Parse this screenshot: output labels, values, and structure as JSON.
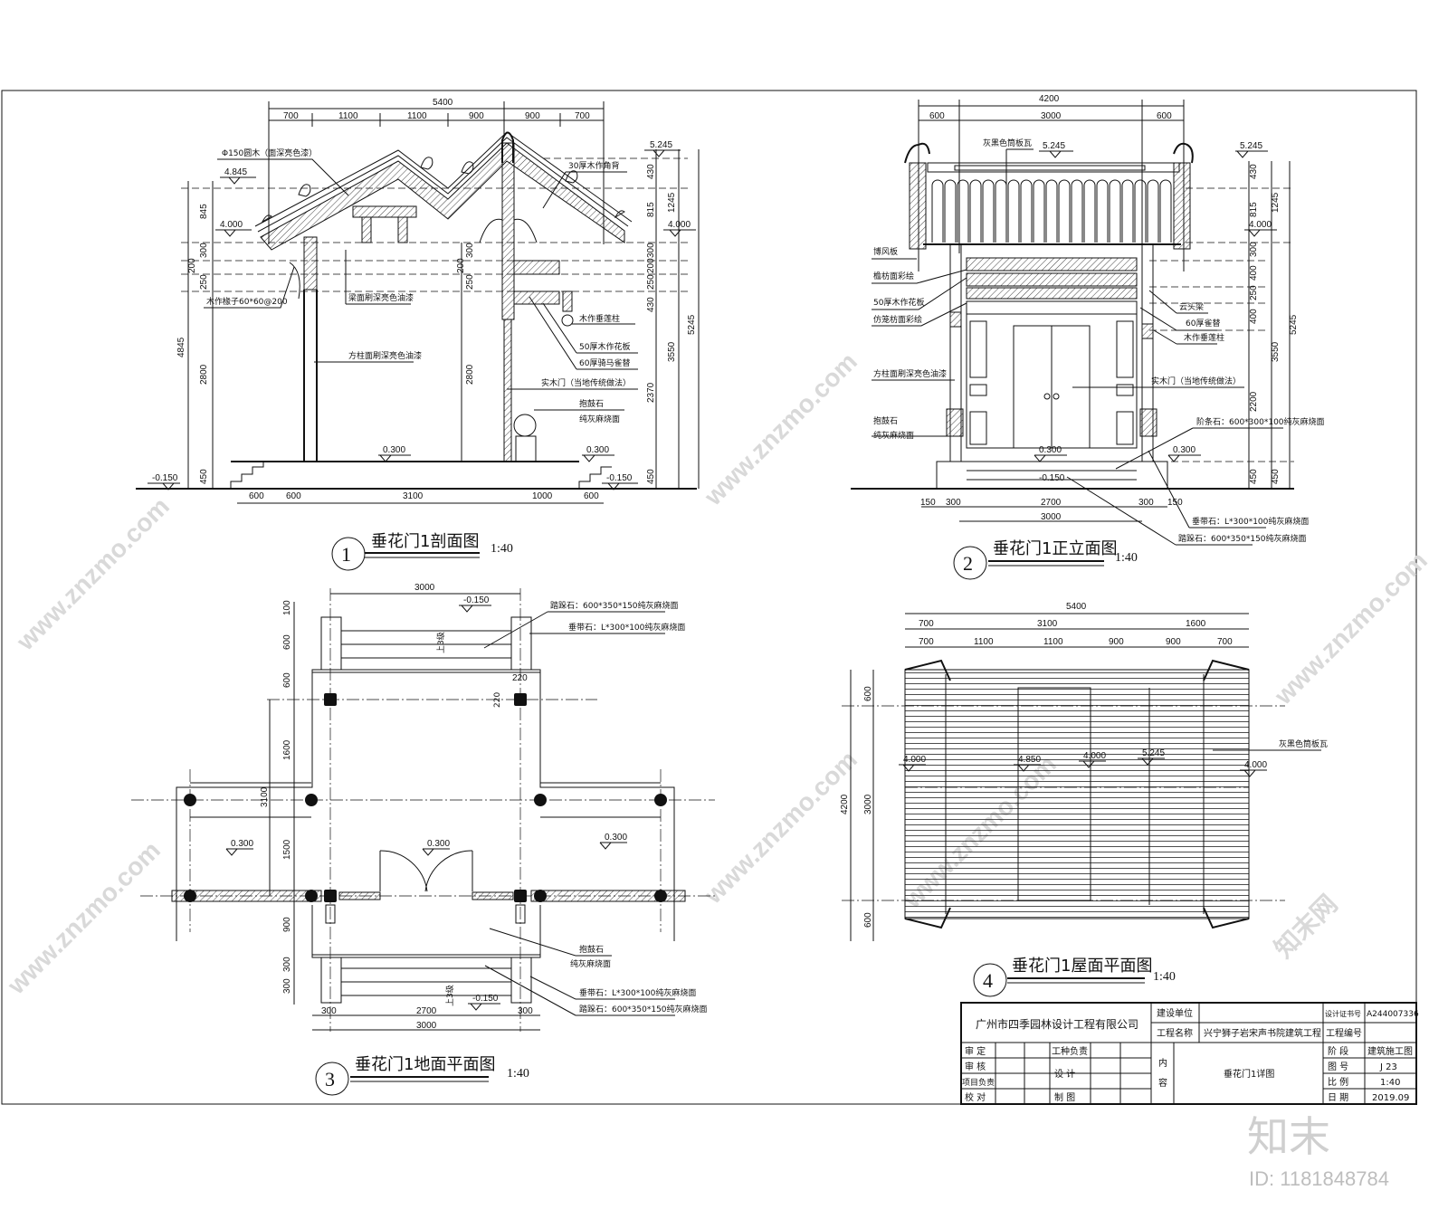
{
  "watermark": "www.znzmo.com",
  "watermark_logo": "知末网",
  "brand": {
    "logo": "知末",
    "id": "ID: 1181848784"
  },
  "view1": {
    "num": "1",
    "title": "垂花门1剖面图",
    "scale": "1:40",
    "top_total": "5400",
    "top_dims": [
      "700",
      "1100",
      "1100",
      "900",
      "900",
      "700"
    ],
    "bottom_dims": [
      "600",
      "600",
      "3100",
      "1000",
      "600"
    ],
    "left_dims": [
      "845",
      "300",
      "200",
      "250",
      "2800",
      "450"
    ],
    "left_total": "4845",
    "mid_dims": [
      "300",
      "200",
      "250",
      "2800"
    ],
    "right_dims": [
      "430",
      "815",
      "300",
      "200",
      "250",
      "430",
      "2370",
      "450"
    ],
    "right_totals": [
      "1245",
      "3550",
      "5245"
    ],
    "levels": {
      "top": "5.245",
      "ridge": "4.845",
      "eave": "4.000",
      "eave_r": "4.000",
      "floor": "0.300",
      "floor_r": "0.300",
      "ground": "-0.150",
      "ground_r": "-0.150"
    },
    "labels": [
      "Φ150圆木（面深亮色漆）",
      "30厚木作角背",
      "木作椽子60*60@200",
      "梁面刷深亮色油漆",
      "方柱面刷深亮色油漆",
      "木作垂莲柱",
      "50厚木作花板",
      "60厚骑马雀替",
      "实木门（当地传统做法）",
      "抱鼓石",
      "纯灰麻烧面"
    ]
  },
  "view2": {
    "num": "2",
    "title": "垂花门1正立面图",
    "scale": "1:40",
    "top_total": "4200",
    "top_dims": [
      "600",
      "3000",
      "600"
    ],
    "bottom_dims": [
      "150",
      "300",
      "2700",
      "300",
      "150"
    ],
    "bottom_total": "3000",
    "right_dims": [
      "430",
      "815",
      "300",
      "400",
      "250",
      "400",
      "2200",
      "450"
    ],
    "right_totals": [
      "1245",
      "3550",
      "5245",
      "450"
    ],
    "levels": {
      "top": "5.245",
      "top_r": "5.245",
      "eave_r": "4.000",
      "floor": "0.300",
      "floor_r": "0.300",
      "ground": "-0.150"
    },
    "labels_left": [
      "博风板",
      "檐枋面彩绘",
      "50厚木作花板",
      "仿笼枋面彩绘",
      "方柱面刷深亮色油漆",
      "抱鼓石",
      "纯灰麻烧面"
    ],
    "labels_right": [
      "云头梁",
      "60厚雀替",
      "木作垂莲柱",
      "实木门（当地传统做法）",
      "阶条石：600*300*100纯灰麻烧面",
      "垂带石：L*300*100纯灰麻烧面",
      "踏跺石：600*350*150纯灰麻烧面"
    ],
    "roof_label": "灰黑色筒板瓦"
  },
  "view3": {
    "num": "3",
    "title": "垂花门1地面平面图",
    "scale": "1:40",
    "top_total": "3000",
    "bottom_dims": [
      "300",
      "2700",
      "300"
    ],
    "bottom_total": "3000",
    "left_dims": [
      "100",
      "600",
      "600",
      "1600",
      "1500",
      "900",
      "300",
      "300"
    ],
    "left_total": "3100",
    "post_dims": [
      "220",
      "220"
    ],
    "step_marks": [
      "上3级",
      "上3级"
    ],
    "levels": {
      "top": "-0.150",
      "bottom": "-0.150",
      "left": "0.300",
      "center": "0.300",
      "right": "0.300"
    },
    "labels": [
      "踏跺石：600*350*150纯灰麻烧面",
      "垂带石：L*300*100纯灰麻烧面",
      "抱鼓石",
      "纯灰麻烧面",
      "垂带石：L*300*100纯灰麻烧面",
      "踏跺石：600*350*150纯灰麻烧面"
    ]
  },
  "view4": {
    "num": "4",
    "title": "垂花门1屋面平面图",
    "scale": "1:40",
    "top_total": "5400",
    "top_dims1": [
      "700",
      "3100",
      "1600"
    ],
    "top_dims2": [
      "700",
      "1100",
      "1100",
      "900",
      "900",
      "700"
    ],
    "left_dims": [
      "600",
      "3000",
      "600"
    ],
    "left_total": "4200",
    "levels": [
      "4.000",
      "4.850",
      "4.000",
      "5.245",
      "4.000"
    ],
    "roof_label": "灰黑色筒板瓦"
  },
  "title_block": {
    "company": "广州市四季园林设计工程有限公司",
    "client_label": "建设单位",
    "client": "",
    "project_label": "工程名称",
    "project": "兴宁狮子岩宋声书院建筑工程",
    "cert_label": "设计证书号",
    "cert": "A244007336",
    "proj_no_label": "工程编号",
    "proj_no": "",
    "roles": [
      "审 定",
      "审 核",
      "项目负责",
      "校 对"
    ],
    "roles2": [
      "工种负责",
      "设 计",
      "制 图"
    ],
    "content_label1": "内",
    "content_label2": "容",
    "content": "垂花门1详图",
    "stage_label": "阶 段",
    "stage": "建筑施工图",
    "drawing_no_label": "图 号",
    "drawing_no": "J 23",
    "scale_label": "比 例",
    "scale": "1:40",
    "date_label": "日 期",
    "date": "2019.09"
  }
}
